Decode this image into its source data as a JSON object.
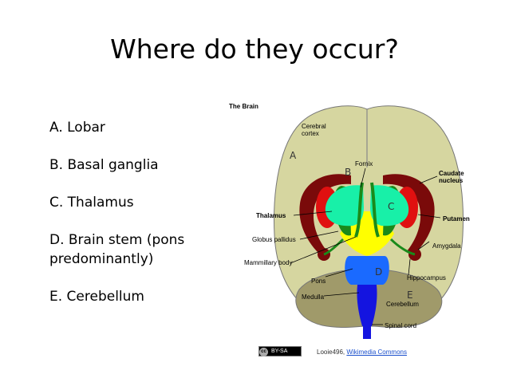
{
  "slide": {
    "title": "Where do they occur?",
    "items": [
      "A. Lobar",
      "B. Basal ganglia",
      "C. Thalamus",
      "D. Brain stem (pons predominantly)",
      "E. Cerebellum"
    ]
  },
  "figure": {
    "heading": "The Brain",
    "labels": {
      "cortex_line1": "Cerebral",
      "cortex_line2": "cortex",
      "fornix": "Fornix",
      "caudate_line1": "Caudate",
      "caudate_line2": "nucleus",
      "thalamus": "Thalamus",
      "putamen": "Putamen",
      "globus": "Globus pallidus",
      "amygdala": "Amygdala",
      "mammillary": "Mammillary body",
      "hippocampus": "Hippocampus",
      "pons": "Pons",
      "medulla": "Medulla",
      "cerebellum": "Cerebellum",
      "spinal": "Spinal cord"
    },
    "markers": {
      "a": "A",
      "b": "B",
      "c": "C",
      "d": "D",
      "e": "E"
    },
    "colors": {
      "cortex": "#d6d6a0",
      "cerebellum": "#a09a6a",
      "caudate": "#7a0a0a",
      "putamen": "#e01010",
      "thalamus": "#18f0a8",
      "globus": "#1a8a1a",
      "midbrain": "#ffff00",
      "pons": "#1a6aff",
      "medulla": "#1414e0"
    }
  },
  "license": {
    "badge_cc": "cc",
    "badge_by": "BY-SA",
    "author": "Looie496,",
    "source_link": "Wikimedia Commons"
  }
}
